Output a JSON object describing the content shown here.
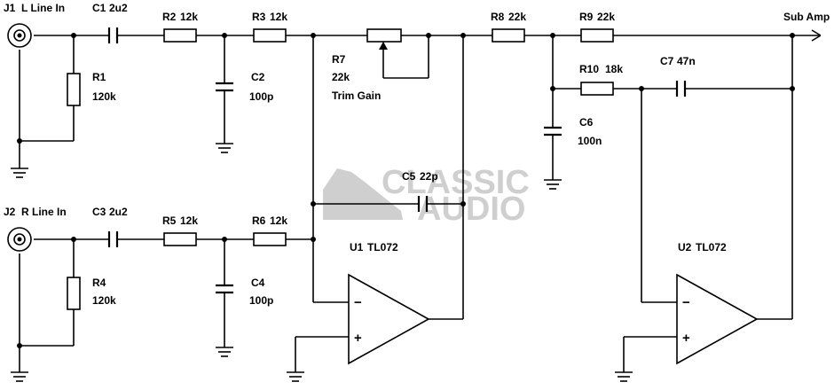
{
  "connectors": {
    "j1": {
      "ref": "J1",
      "label": "L Line In"
    },
    "j2": {
      "ref": "J2",
      "label": "R Line In"
    }
  },
  "output_label": "Sub Amp",
  "components": {
    "c1": {
      "ref": "C1",
      "value": "2u2"
    },
    "r1": {
      "ref": "R1",
      "value": "120k"
    },
    "r2": {
      "ref": "R2",
      "value": "12k"
    },
    "c2": {
      "ref": "C2",
      "value": "100p"
    },
    "r3": {
      "ref": "R3",
      "value": "12k"
    },
    "r7": {
      "ref": "R7",
      "value": "22k",
      "note": "Trim Gain"
    },
    "r8": {
      "ref": "R8",
      "value": "22k"
    },
    "r9": {
      "ref": "R9",
      "value": "22k"
    },
    "r10": {
      "ref": "R10",
      "value": "18k"
    },
    "c7": {
      "ref": "C7",
      "value": "47n"
    },
    "c6": {
      "ref": "C6",
      "value": "100n"
    },
    "c5": {
      "ref": "C5",
      "value": "22p"
    },
    "c3": {
      "ref": "C3",
      "value": "2u2"
    },
    "r4": {
      "ref": "R4",
      "value": "120k"
    },
    "r5": {
      "ref": "R5",
      "value": "12k"
    },
    "c4": {
      "ref": "C4",
      "value": "100p"
    },
    "r6": {
      "ref": "R6",
      "value": "12k"
    },
    "u1": {
      "ref": "U1",
      "value": "TL072"
    },
    "u2": {
      "ref": "U2",
      "value": "TL072"
    }
  },
  "opamp_pins": {
    "inverting": "−",
    "non_inverting": "+"
  },
  "watermark": {
    "line1": "CLASSIC",
    "line2": "AUDIO"
  },
  "colors": {
    "ink": "#000000",
    "watermark": "#cfcfcf",
    "background": "#ffffff"
  }
}
